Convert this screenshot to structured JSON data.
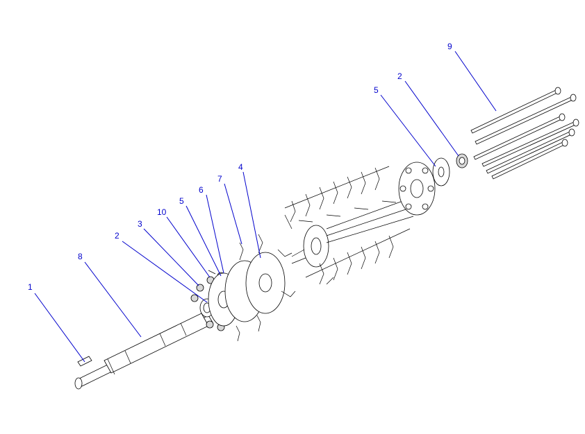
{
  "callouts": {
    "c1": "1",
    "c8": "8",
    "c2a": "2",
    "c3": "3",
    "c10": "10",
    "c5a": "5",
    "c6": "6",
    "c7": "7",
    "c4": "4",
    "c5b": "5",
    "c2b": "2",
    "c9": "9"
  },
  "colors": {
    "callout": "#0000cc",
    "line": "#000000",
    "background": "#ffffff"
  }
}
